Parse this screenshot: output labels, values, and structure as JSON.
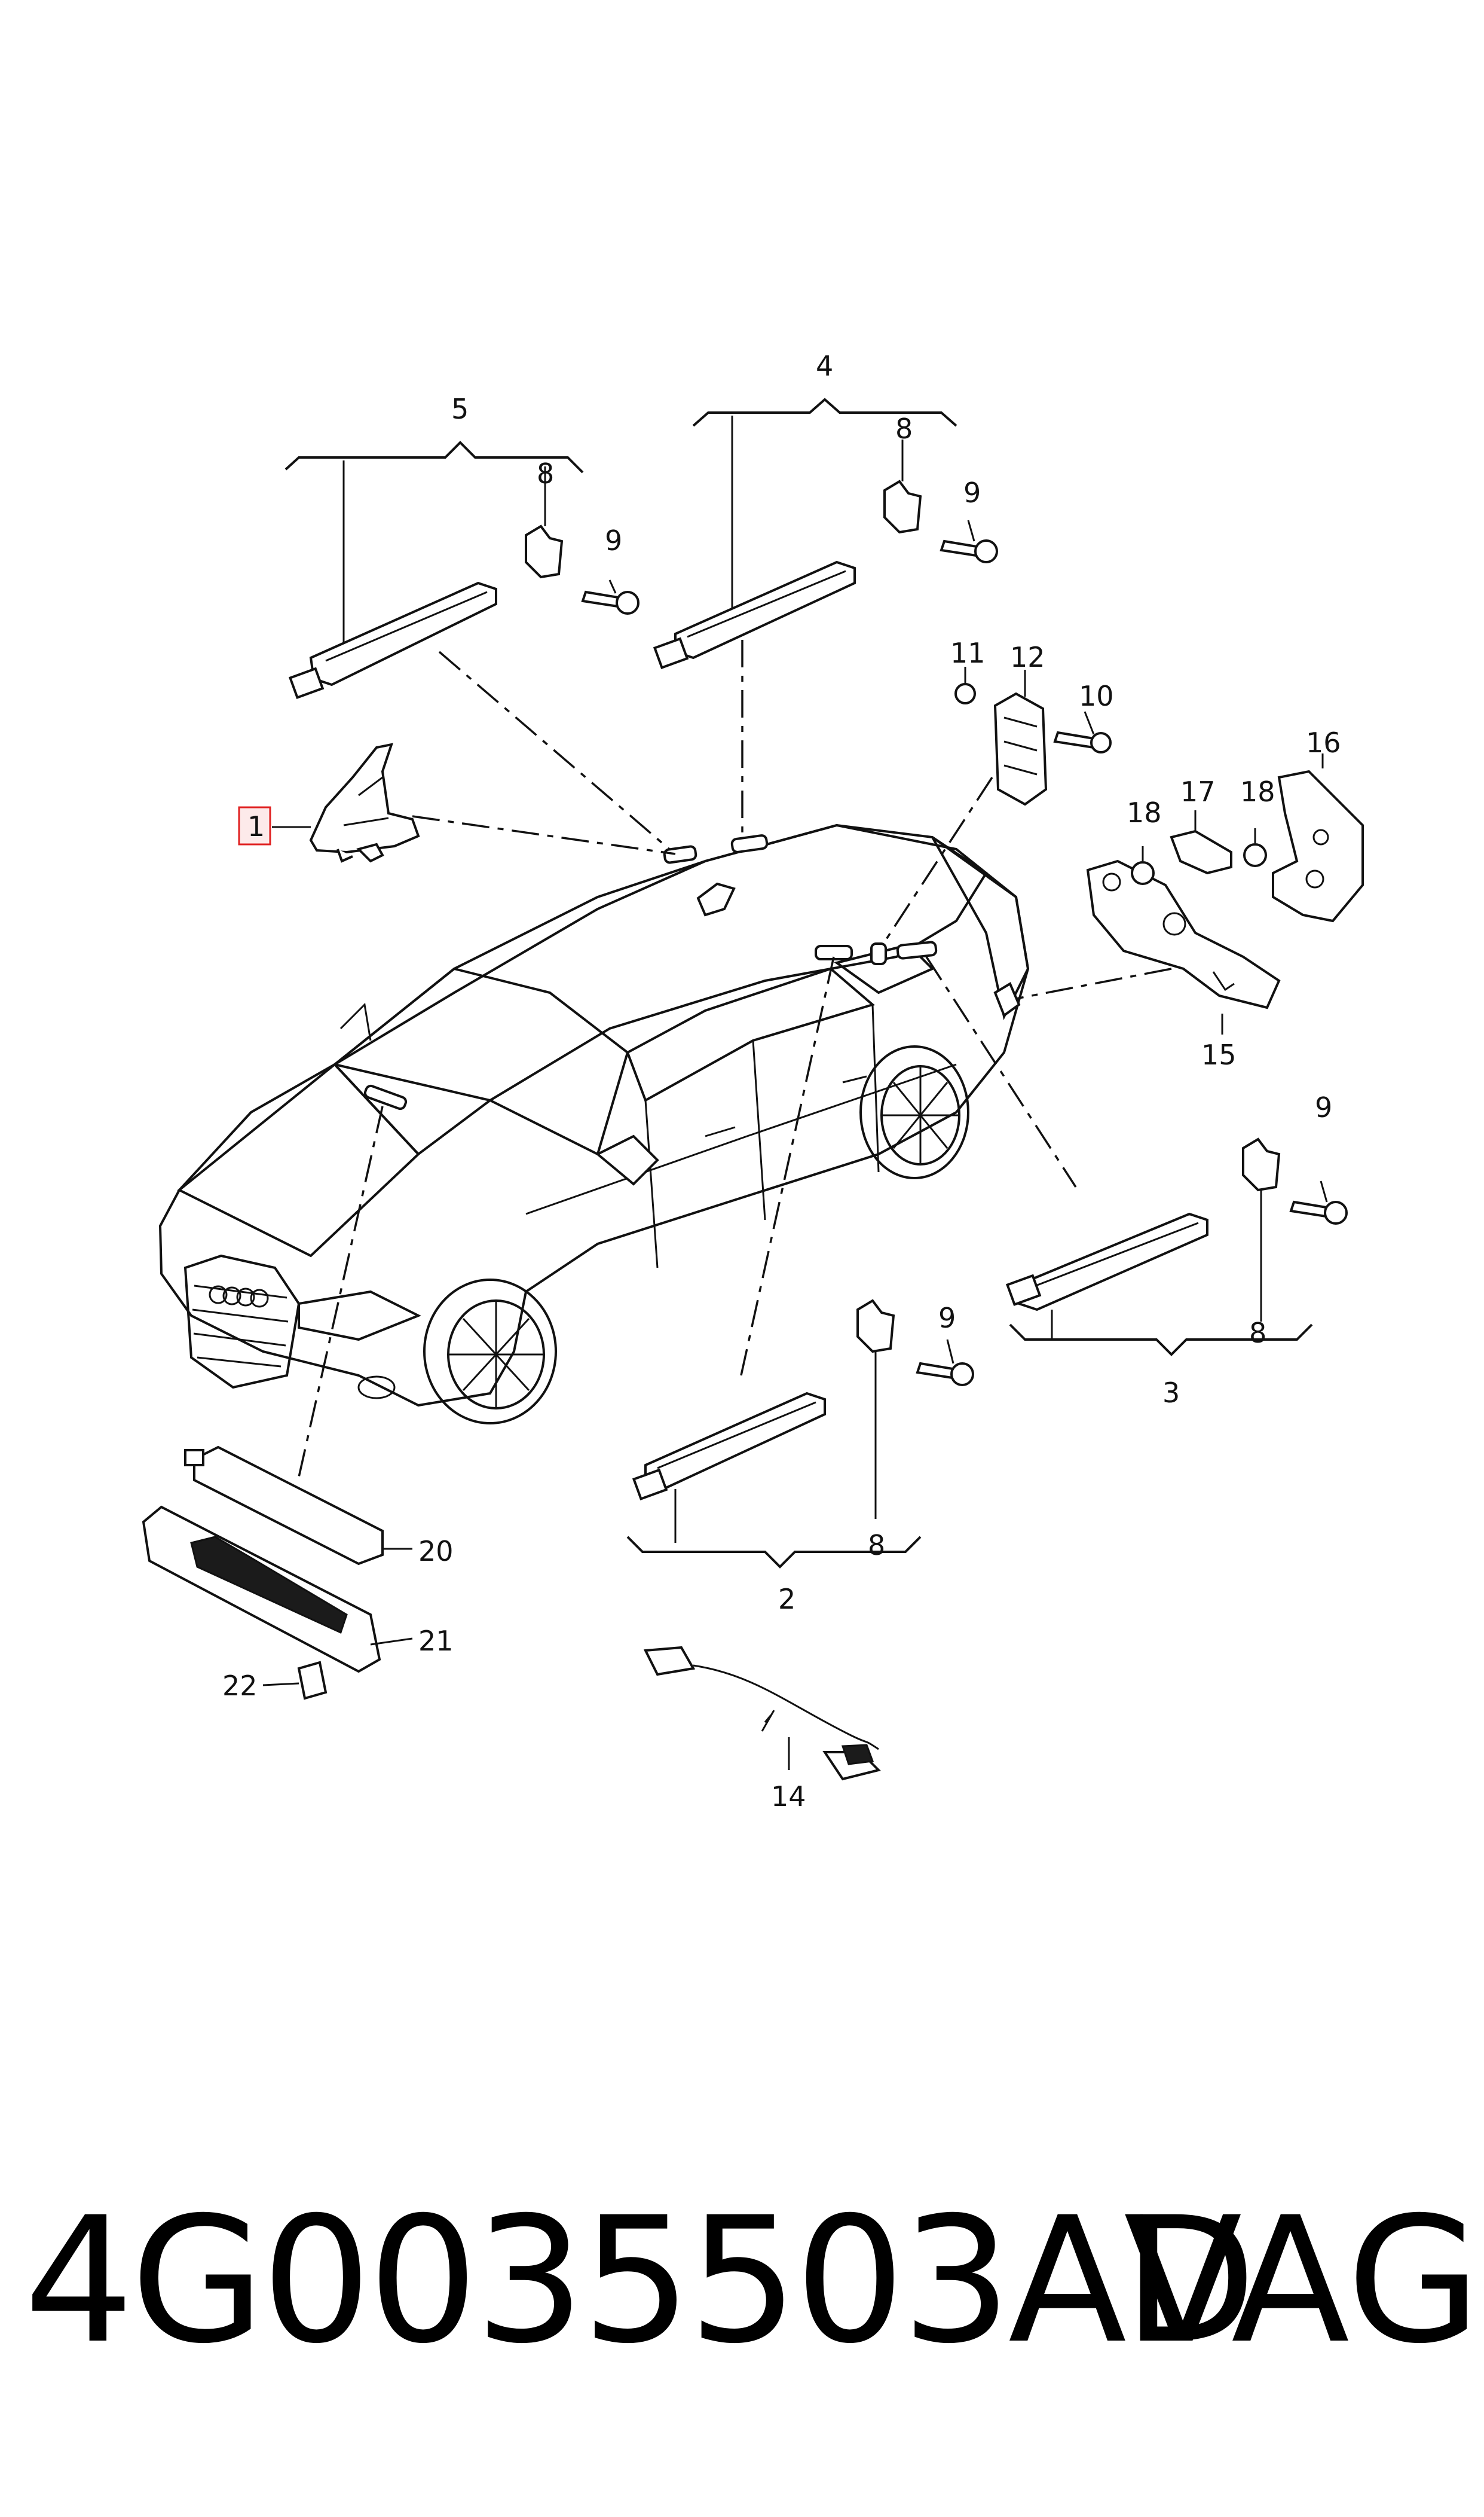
{
  "callouts": {
    "c1": "1",
    "c2": "2",
    "c3": "3",
    "c4": "4",
    "c5": "5",
    "c8a": "8",
    "c8b": "8",
    "c8c": "8",
    "c8d": "8",
    "c9a": "9",
    "c9b": "9",
    "c9c": "9",
    "c9d": "9",
    "c10": "10",
    "c11": "11",
    "c12": "12",
    "c14": "14",
    "c15": "15",
    "c16": "16",
    "c17": "17",
    "c18a": "18",
    "c18b": "18",
    "c20": "20",
    "c21": "21",
    "c22": "22"
  },
  "highlight_color": "#e02020",
  "footer": {
    "part_number": "4G0035503AD",
    "brand": "VAG"
  }
}
